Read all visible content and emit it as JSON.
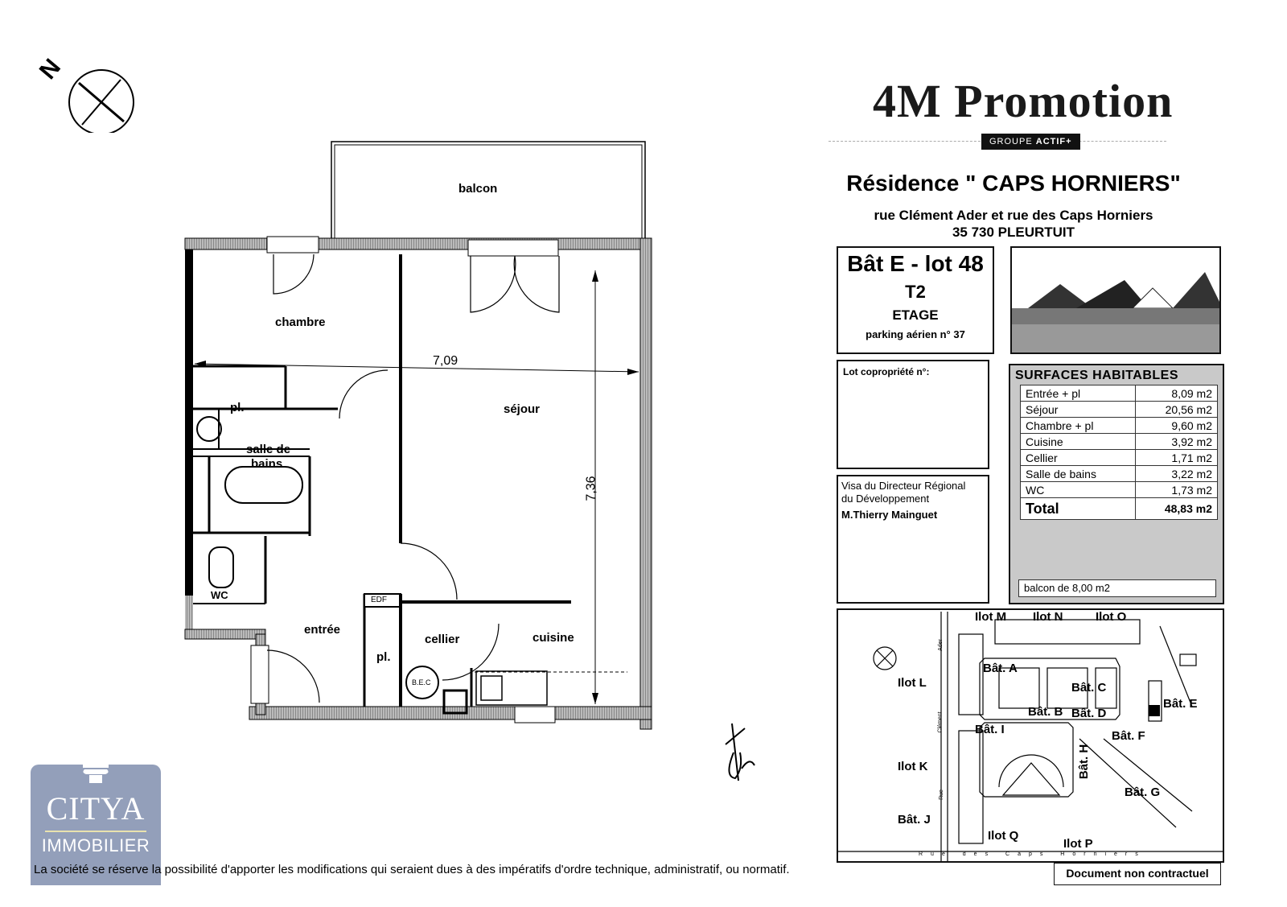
{
  "header": {
    "brand": "4M Promotion",
    "group_label_prefix": "GROUPE",
    "group_label_name": "ACTIF+",
    "residence": "Résidence \" CAPS HORNIERS\"",
    "address_line1": "rue Clément Ader et rue des Caps Horniers",
    "address_line2": "35 730 PLEURTUIT"
  },
  "lot": {
    "building_lot": "Bât E - lot 48",
    "type": "T2",
    "floor": "ETAGE",
    "parking": "parking aérien n° 37"
  },
  "copropriete": {
    "label": "Lot copropriété n°:"
  },
  "visa": {
    "line1": "Visa du Directeur Régional",
    "line2": "du Développement",
    "name": "M.Thierry Mainguet"
  },
  "surfaces": {
    "title": "SURFACES HABITABLES",
    "rows": [
      {
        "room": "Entrée + pl",
        "area": "8,09 m2"
      },
      {
        "room": "Séjour",
        "area": "20,56 m2"
      },
      {
        "room": "Chambre + pl",
        "area": "9,60 m2"
      },
      {
        "room": "Cuisine",
        "area": "3,92 m2"
      },
      {
        "room": "Cellier",
        "area": "1,71 m2"
      },
      {
        "room": "Salle de bains",
        "area": "3,22 m2"
      },
      {
        "room": "WC",
        "area": "1,73 m2"
      }
    ],
    "total_label": "Total",
    "total_value": "48,83 m2",
    "balcony": "balcon de 8,00 m2"
  },
  "floorplan": {
    "rooms": {
      "balcon": "balcon",
      "chambre": "chambre",
      "sejour": "séjour",
      "placard1": "pl.",
      "salle_de_bains_1": "salle de",
      "salle_de_bains_2": "bains",
      "wc": "WC",
      "entree": "entrée",
      "placard2": "pl.",
      "cellier": "cellier",
      "cuisine": "cuisine",
      "edf": "EDF",
      "bec": "B.E.C"
    },
    "dimensions": {
      "width": "7,09",
      "height": "7,36"
    }
  },
  "sitemap": {
    "labels": [
      "Ilot M",
      "Ilot N",
      "Ilot O",
      "Bât. A",
      "Ilot L",
      "Bât. C",
      "Bât. E",
      "Bât. B",
      "Bât. D",
      "Bât. I",
      "Bât. F",
      "Ilot K",
      "Bât. H",
      "Bât. G",
      "Bât. J",
      "Ilot Q",
      "Ilot P"
    ],
    "street_ader": "Ader",
    "street_clement": "Clément",
    "street_rue": "Rue",
    "street_bottom": "Rue des Caps Horniers"
  },
  "footer": {
    "disclaimer": "La société se réserve la possibilité d'apporter les modifications qui  seraient dues à des impératifs d'ordre technique, administratif, ou normatif.",
    "non_contractual": "Document non contractuel",
    "agency_name": "CITYA",
    "agency_sub": "IMMOBILIER"
  }
}
